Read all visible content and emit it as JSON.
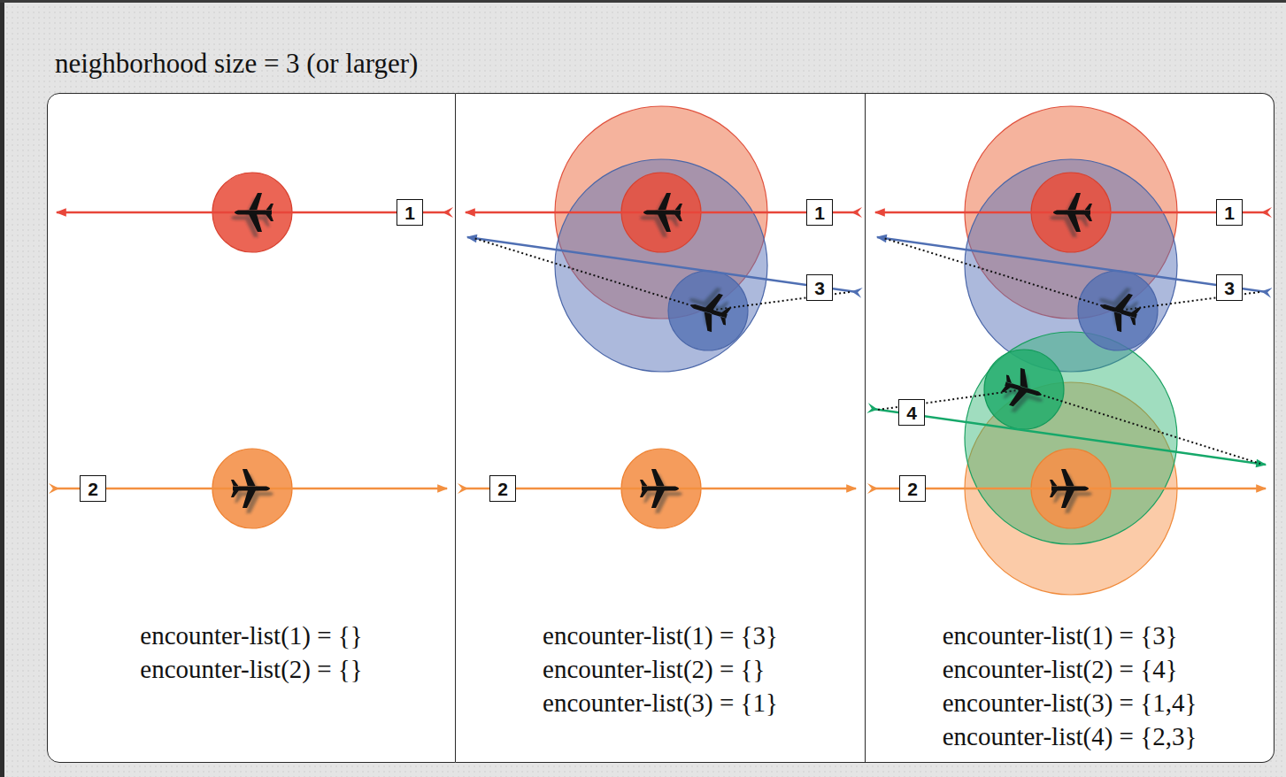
{
  "diagram": {
    "title": "neighborhood size = 3 (or larger)",
    "nodes": [
      {
        "text": [
          "encounter-list(1) = {}",
          "encounter-list(2) = {}"
        ]
      },
      {
        "text": [
          "1"
        ],
        "in": 0
      },
      {
        "text": [
          "2"
        ],
        "in": 0
      },
      {
        "text": [
          "encounter-list(1) = {3}",
          "encounter-list(2) = {}",
          "encounter-list(3) = {1}"
        ]
      },
      {
        "text": [
          "1"
        ],
        "in": 3
      },
      {
        "text": [
          "3"
        ],
        "in": 3
      },
      {
        "text": [
          "2"
        ],
        "in": 3
      },
      {
        "text": [
          "encounter-list(1) = {3}",
          "encounter-list(2) = {4}",
          "encounter-list(3) = {1,4}",
          "encounter-list(4) = {2,3}"
        ]
      },
      {
        "text": [
          "1"
        ],
        "in": 7
      },
      {
        "text": [
          "3"
        ],
        "in": 7
      },
      {
        "text": [
          "4"
        ],
        "in": 7
      },
      {
        "text": [
          "2"
        ],
        "in": 7
      }
    ]
  }
}
